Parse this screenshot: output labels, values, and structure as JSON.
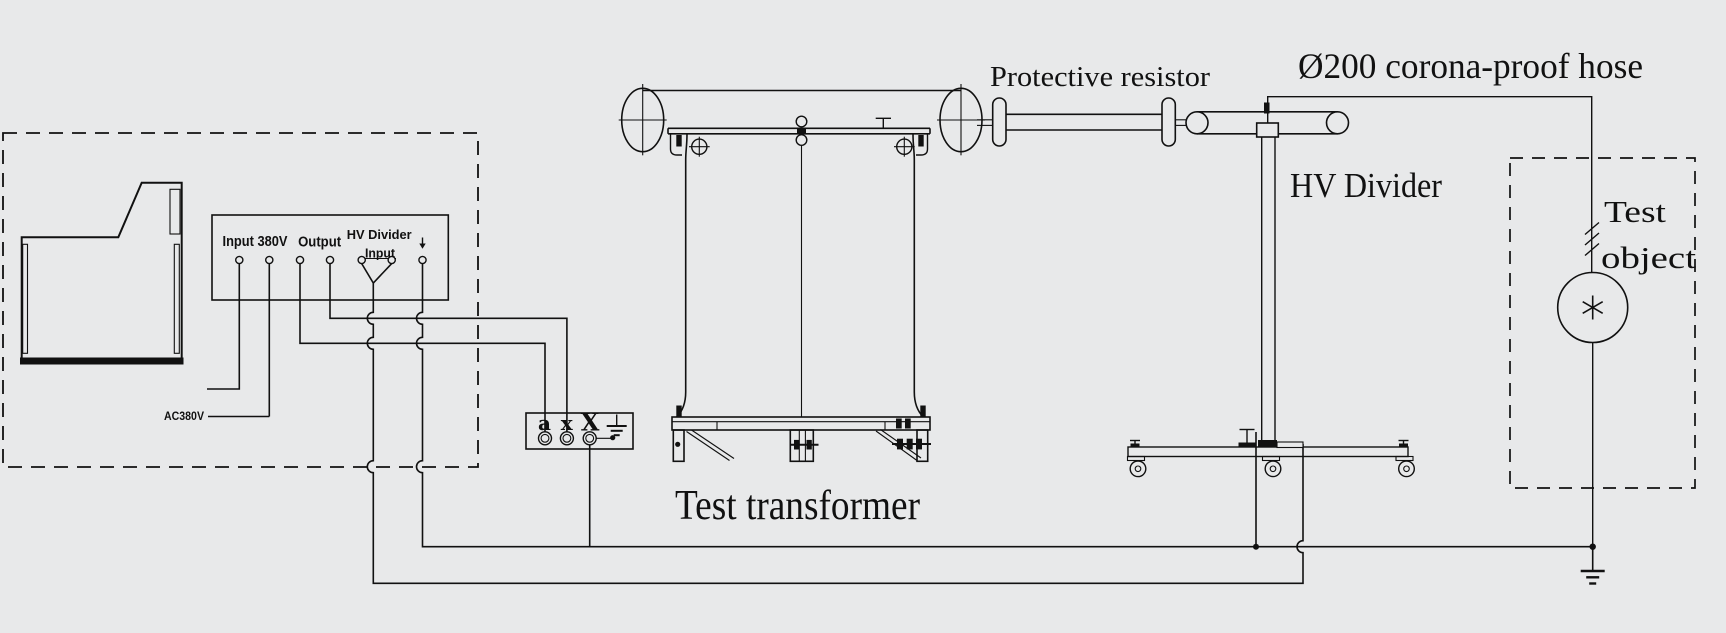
{
  "colors": {
    "background": "#e8e9ea",
    "line": "#111111"
  },
  "ac380v_label": "AC380V",
  "control_panel": {
    "input_label": "Input 380V",
    "output_label": "Output",
    "hv_divider_input_line1": "HV Divider",
    "hv_divider_input_line2": "Input"
  },
  "terminal_box": {
    "terminal_a": "a",
    "terminal_x_small": "x",
    "terminal_x_large": "X"
  },
  "labels": {
    "test_transformer": "Test transformer",
    "protective_resistor": "Protective resistor",
    "corona_hose": "Ø200 corona-proof hose",
    "hv_divider": "HV Divider",
    "test_object_line1": "Test",
    "test_object_line2": "object"
  },
  "icons": {
    "panel_ground_arrow": "down-arrow",
    "terminal_box_ground": "earth-ground",
    "main_ground": "earth-ground",
    "test_object_lamp": "asterisk-in-circle"
  }
}
